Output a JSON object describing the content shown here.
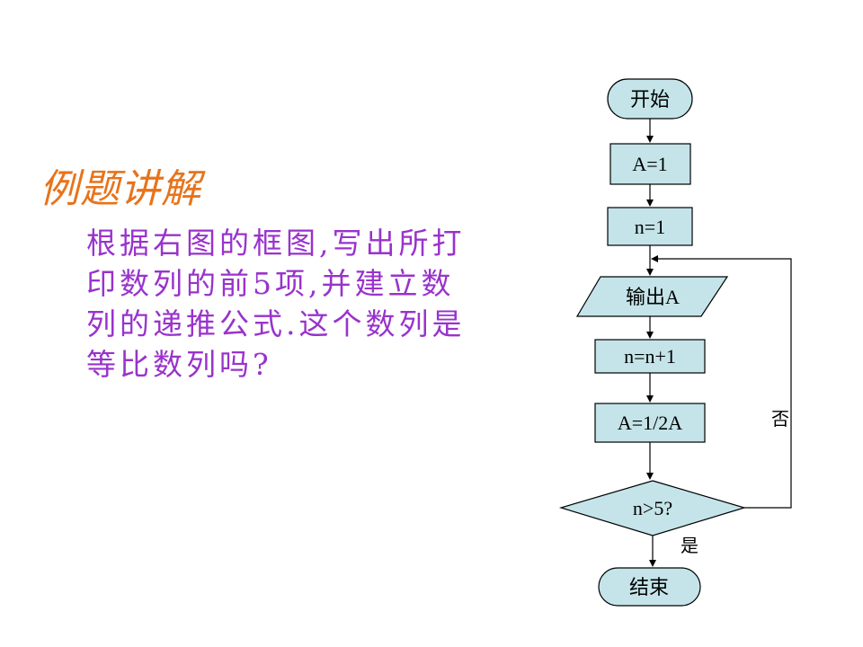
{
  "slide": {
    "title": "例题讲解",
    "problem_lines": [
      "根据右图的框图,写出所打",
      "印数列的前5项,并建立数",
      "列的递推公式.这个数列是",
      "等比数列吗?"
    ]
  },
  "flowchart": {
    "start": "开始",
    "step_a_init": "A=1",
    "step_n_init": "n=1",
    "output": "输出A",
    "step_n_inc": "n=n+1",
    "step_a_update": "A=1/2A",
    "decision": "n>5?",
    "yes_label": "是",
    "no_label": "否",
    "end": "结束"
  },
  "colors": {
    "shape_fill": "#c4e4e9",
    "title": "#e8731a",
    "body_text": "#9933cc"
  }
}
